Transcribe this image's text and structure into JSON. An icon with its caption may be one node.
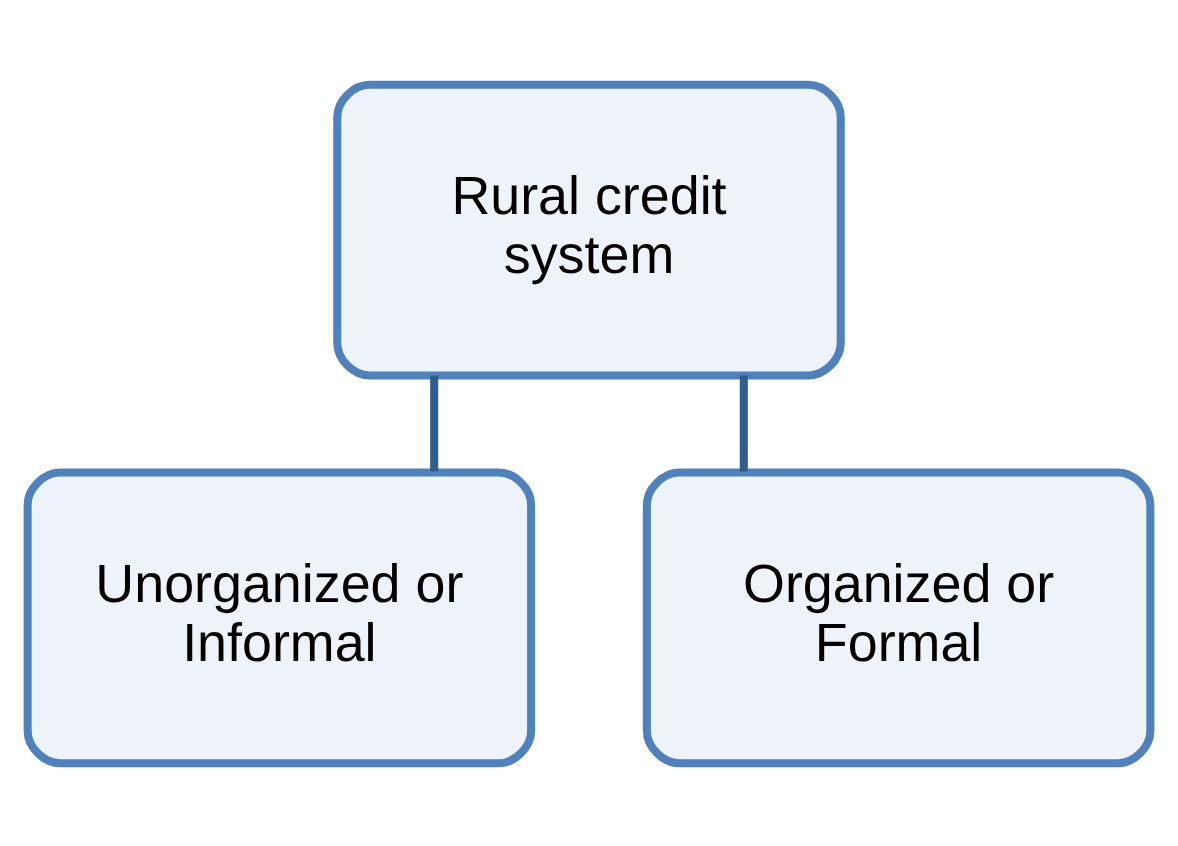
{
  "diagram": {
    "nodes": [
      {
        "text": [
          "Rural credit system"
        ]
      },
      {
        "text": [
          "Unorganized or Informal"
        ]
      },
      {
        "text": [
          "Organized or Formal"
        ]
      }
    ],
    "edges": [
      {
        "from": 0,
        "to": 1,
        "arrow": "none"
      },
      {
        "from": 0,
        "to": 2,
        "arrow": "none"
      }
    ]
  }
}
